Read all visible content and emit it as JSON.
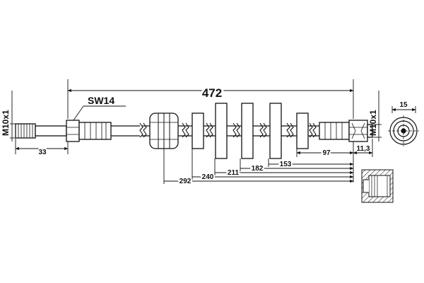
{
  "drawing": {
    "overall_length": "472",
    "wrench_size": "SW14",
    "thread_left": "M10x1",
    "thread_right": "M10x1",
    "end_diameter": "15",
    "dim_left_fitting": "33",
    "dim_right_fitting": "11,3",
    "dim_97": "97",
    "clip_positions": [
      "153",
      "182",
      "211",
      "240",
      "292"
    ]
  }
}
